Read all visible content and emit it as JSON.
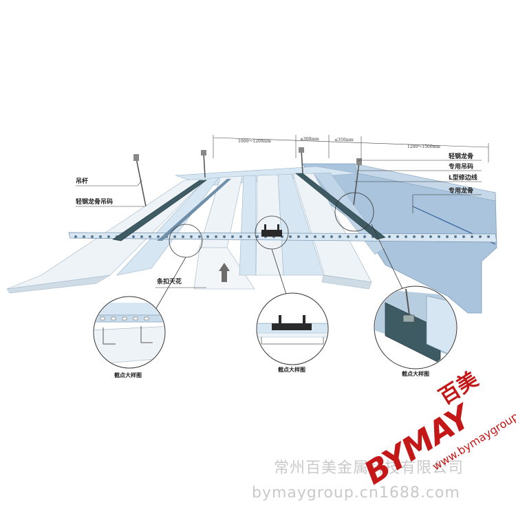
{
  "labels": {
    "hanger_rod": "吊杆",
    "keel_hanger_code": "轻钢龙骨吊码",
    "strip_ceiling": "条扣天花",
    "light_steel_keel": "轻钢龙骨",
    "special_hanger_code": "专用吊码",
    "l_edge_trim": "L型修边线",
    "special_keel": "专用龙骨"
  },
  "dimensions": {
    "d1": "1000～1200mm",
    "d2": "≤300mm",
    "d3": "≤350mm",
    "d4": "1200～1500mm"
  },
  "details": {
    "left_caption": "截点大样图",
    "center_caption": "截点大样图",
    "right_caption": "截点大样图"
  },
  "watermark": {
    "company": "常州百美金属科技有限公司",
    "url": "bymaygroup.cn1688.com"
  },
  "logo": {
    "brand": "BYMAY",
    "brand_cn": "百美",
    "site": "www.bymaygroup.com"
  },
  "colors": {
    "panel_blue": "#d6e6f2",
    "keel_blue": "#bcd6ea",
    "wall_blue": "#a9c4dc",
    "dark_keel": "#3e5a63",
    "logo_red": "#c41818"
  }
}
